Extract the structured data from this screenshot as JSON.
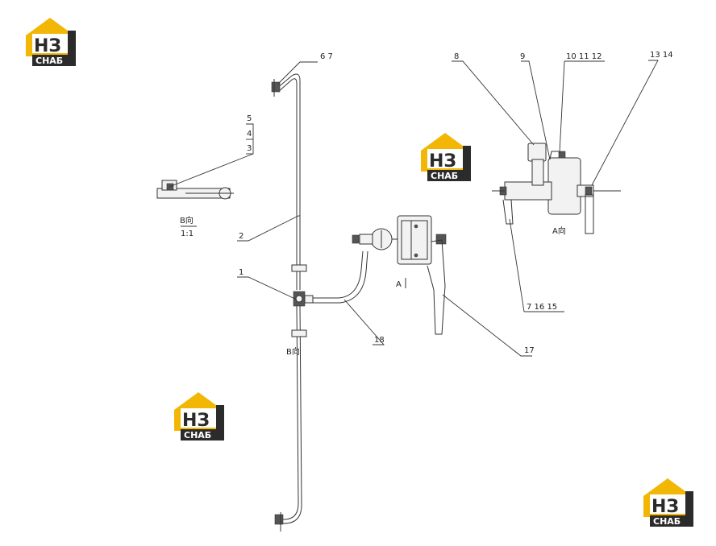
{
  "logo": {
    "letters": "НЗ",
    "caption": "СНАБ",
    "colors": {
      "yellow": "#f2b705",
      "dark": "#2b2b2b"
    }
  },
  "labels": {
    "n1": "1",
    "n2": "2",
    "n3": "3",
    "n4": "4",
    "n5": "5",
    "n6_7": "6  7",
    "n8": "8",
    "n9": "9",
    "n10_11_12": "10  11  12",
    "n13_14": "13  14",
    "n7_16_15": "7  16  15",
    "n17": "17",
    "n18": "18",
    "view_a_marker": "A",
    "view_a_caption": "A向",
    "view_b_marker": "B向",
    "view_b_caption": "B向",
    "scale": "1:1"
  }
}
